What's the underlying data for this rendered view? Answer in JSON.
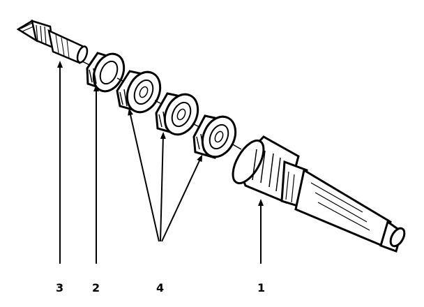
{
  "diagram": {
    "callouts": [
      {
        "id": "center-point",
        "number": "3"
      },
      {
        "id": "outer-bearing",
        "number": "2"
      },
      {
        "id": "inner-bearings",
        "number": "4"
      },
      {
        "id": "taper-shank",
        "number": "1"
      }
    ]
  },
  "colors": {
    "ink": "#000000",
    "paper": "#ffffff"
  }
}
